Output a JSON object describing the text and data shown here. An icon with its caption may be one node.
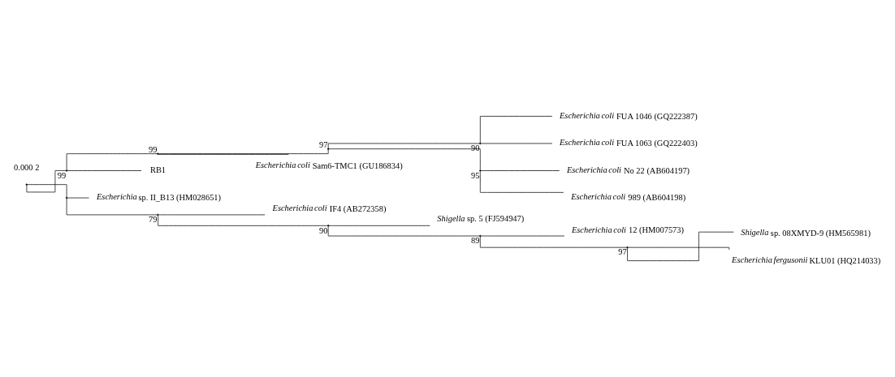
{
  "diagram": {
    "nodes": [
      {
        "text": [],
        "shape": "point"
      },
      {
        "text": [],
        "shape": "point",
        "beside": [
          "99"
        ]
      },
      {
        "text": [],
        "shape": "point",
        "beside": [
          "99"
        ]
      },
      {
        "text": [],
        "shape": "point",
        "beside": [
          "97"
        ]
      },
      {
        "text": [],
        "shape": "point",
        "beside": [
          "90"
        ]
      },
      {
        "text": [
          "*Escherichia coli* FUA 1046 (GQ222387)"
        ]
      },
      {
        "text": [
          "*Escherichia coli* FUA 1063 (GQ222403)"
        ]
      },
      {
        "text": [],
        "shape": "point",
        "beside": [
          "95"
        ]
      },
      {
        "text": [
          "*Escherichia coli* No 22 (AB604197)"
        ]
      },
      {
        "text": [
          "*Escherichia coli* 989 (AB604198)"
        ]
      },
      {
        "text": [
          "*Escherichia coli* Sam6-TMC1 (GU186834)"
        ]
      },
      {
        "text": [
          "RB1"
        ]
      },
      {
        "text": [],
        "shape": "point"
      },
      {
        "text": [
          "*Escherichia* sp. II_B13 (HM028651)"
        ]
      },
      {
        "text": [],
        "shape": "point",
        "beside": [
          "79"
        ]
      },
      {
        "text": [
          "*Escherichia coli* IF4 (AB272358)"
        ]
      },
      {
        "text": [],
        "shape": "point",
        "beside": [
          "90"
        ]
      },
      {
        "text": [
          "*Shigella* sp. 5 (FJ594947)"
        ]
      },
      {
        "text": [],
        "shape": "point",
        "beside": [
          "89"
        ]
      },
      {
        "text": [
          "*Escherichia coli* 12 (HM007573)"
        ]
      },
      {
        "text": [],
        "shape": "point",
        "beside": [
          "97"
        ]
      },
      {
        "text": [
          "*Shigella* sp. 08XMYD-9 (HM565981)"
        ]
      },
      {
        "text": [
          "*Escherichia fergusonii* KLU01 (HQ214033)"
        ]
      }
    ],
    "edges": [
      {
        "from": 0,
        "to": 1,
        "arrow": "none"
      },
      {
        "from": 1,
        "to": 2,
        "arrow": "none"
      },
      {
        "from": 2,
        "to": 3,
        "arrow": "none"
      },
      {
        "from": 3,
        "to": 4,
        "arrow": "none"
      },
      {
        "from": 4,
        "to": 5,
        "arrow": "none"
      },
      {
        "from": 4,
        "to": 6,
        "arrow": "none"
      },
      {
        "from": 3,
        "to": 7,
        "arrow": "none"
      },
      {
        "from": 7,
        "to": 8,
        "arrow": "none"
      },
      {
        "from": 7,
        "to": 9,
        "arrow": "none"
      },
      {
        "from": 2,
        "to": 10,
        "arrow": "none"
      },
      {
        "from": 1,
        "to": 11,
        "arrow": "none"
      },
      {
        "from": 0,
        "to": 12,
        "arrow": "none"
      },
      {
        "from": 12,
        "to": 13,
        "arrow": "none"
      },
      {
        "from": 12,
        "to": 14,
        "arrow": "none"
      },
      {
        "from": 14,
        "to": 15,
        "arrow": "none"
      },
      {
        "from": 14,
        "to": 16,
        "arrow": "none"
      },
      {
        "from": 16,
        "to": 17,
        "arrow": "none"
      },
      {
        "from": 16,
        "to": 18,
        "arrow": "none"
      },
      {
        "from": 18,
        "to": 19,
        "arrow": "none"
      },
      {
        "from": 18,
        "to": 20,
        "arrow": "none"
      },
      {
        "from": 20,
        "to": 21,
        "arrow": "none"
      },
      {
        "from": 20,
        "to": 22,
        "arrow": "none"
      }
    ],
    "labels": [
      "0.000 2"
    ]
  }
}
